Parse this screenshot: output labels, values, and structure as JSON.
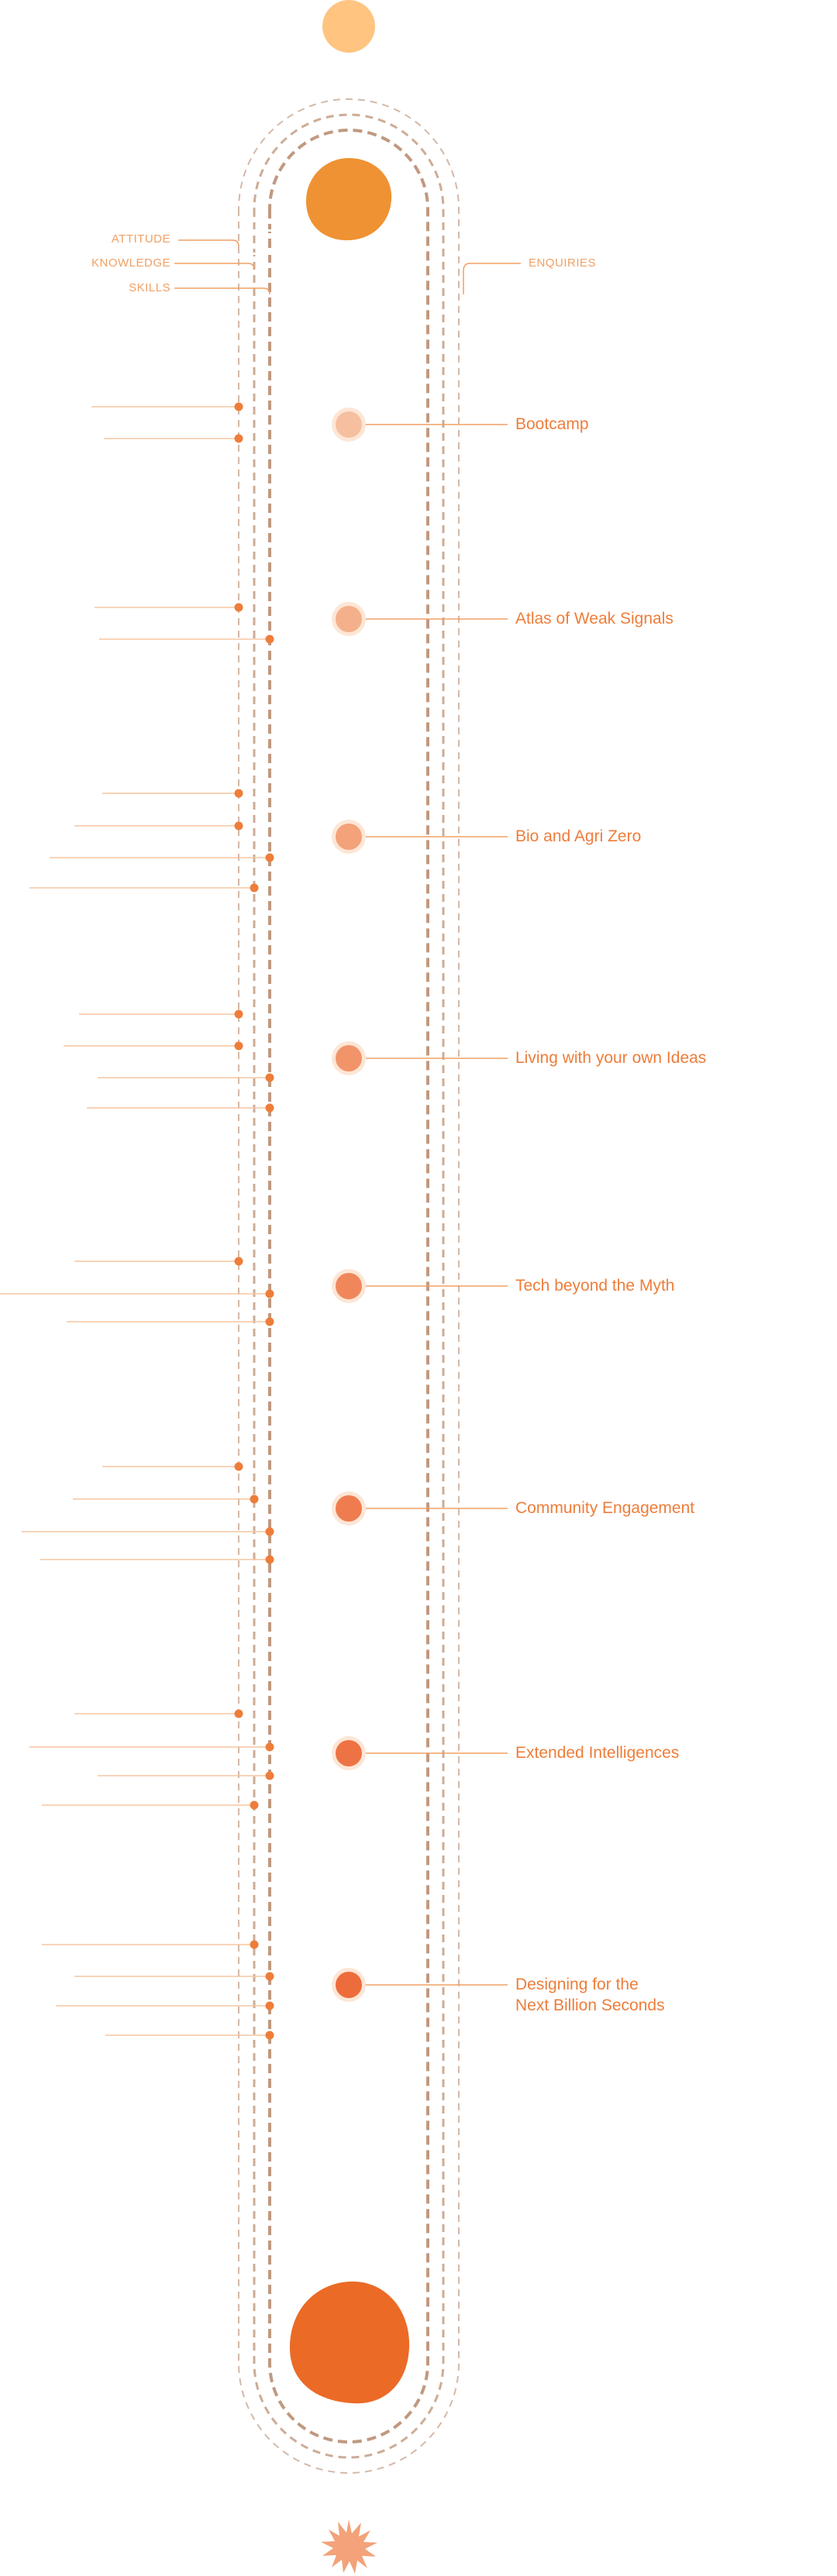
{
  "side_labels": {
    "attitude": "ATTITUDE",
    "knowledge": "KNOWLEDGE",
    "skills": "SKILLS"
  },
  "enquiries_label": "ENQUIRIES",
  "courses": [
    {
      "label": "Bootcamp",
      "color": "#f6c0a0"
    },
    {
      "label": "Atlas of Weak Signals",
      "color": "#f4b08a"
    },
    {
      "label": "Bio and Agri Zero",
      "color": "#f3a27a"
    },
    {
      "label": "Living with your own Ideas",
      "color": "#f1946a"
    },
    {
      "label": "Tech beyond the Myth",
      "color": "#f0875b"
    },
    {
      "label": "Community Engagement",
      "color": "#ef7c4f"
    },
    {
      "label": "Extended Intelligences",
      "color": "#ee7344"
    },
    {
      "label": "Designing for the\nNext Billion Seconds",
      "color": "#ed6c3c"
    }
  ],
  "colors": {
    "top_dot": "#fec480",
    "start_blob": "#ef9233",
    "end_blob": "#eb6a26",
    "star": "#f3a27a",
    "track": "#b08060",
    "accent": "#ee7d3a",
    "tick": "#f5c6a0"
  }
}
